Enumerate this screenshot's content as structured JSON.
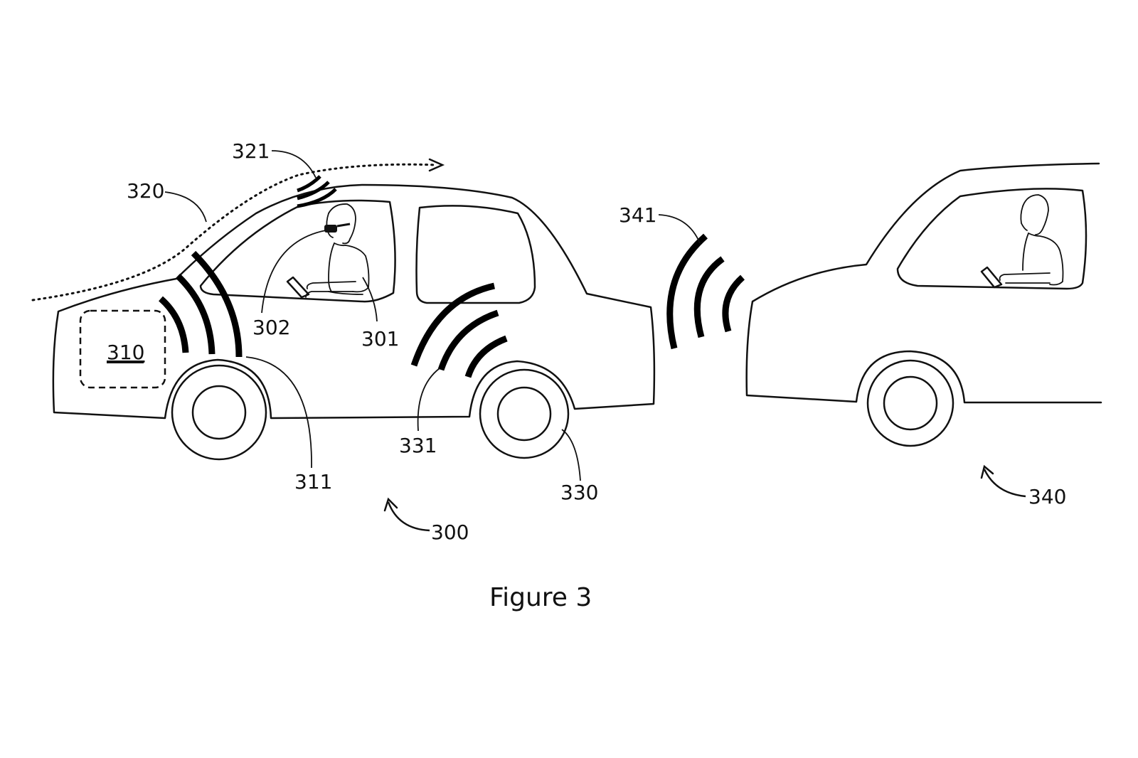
{
  "figure": {
    "caption": "Figure 3",
    "labels": {
      "l300": "300",
      "l301": "301",
      "l302": "302",
      "l310": "310",
      "l311": "311",
      "l320": "320",
      "l321": "321",
      "l330": "330",
      "l331": "331",
      "l340": "340",
      "l341": "341"
    }
  }
}
